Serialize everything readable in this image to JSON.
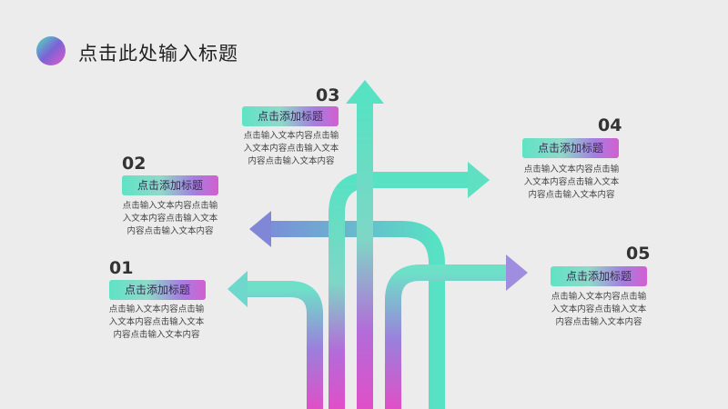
{
  "page": {
    "title": "点击此处输入标题"
  },
  "items": [
    {
      "num": "01",
      "heading": "点击添加标题",
      "text": "点击输入文本内容点击输入文本内容点击输入文本内容点击输入文本内容"
    },
    {
      "num": "02",
      "heading": "点击添加标题",
      "text": "点击输入文本内容点击输入文本内容点击输入文本内容点击输入文本内容"
    },
    {
      "num": "03",
      "heading": "点击添加标题",
      "text": "点击输入文本内容点击输入文本内容点击输入文本内容点击输入文本内容"
    },
    {
      "num": "04",
      "heading": "点击添加标题",
      "text": "点击输入文本内容点击输入文本内容点击输入文本内容点击输入文本内容"
    },
    {
      "num": "05",
      "heading": "点击添加标题",
      "text": "点击输入文本内容点击输入文本内容点击输入文本内容点击输入文本内容"
    }
  ],
  "colors": {
    "teal": "#4fe0c0",
    "violet": "#7a63d6",
    "magenta": "#e45bc8"
  }
}
